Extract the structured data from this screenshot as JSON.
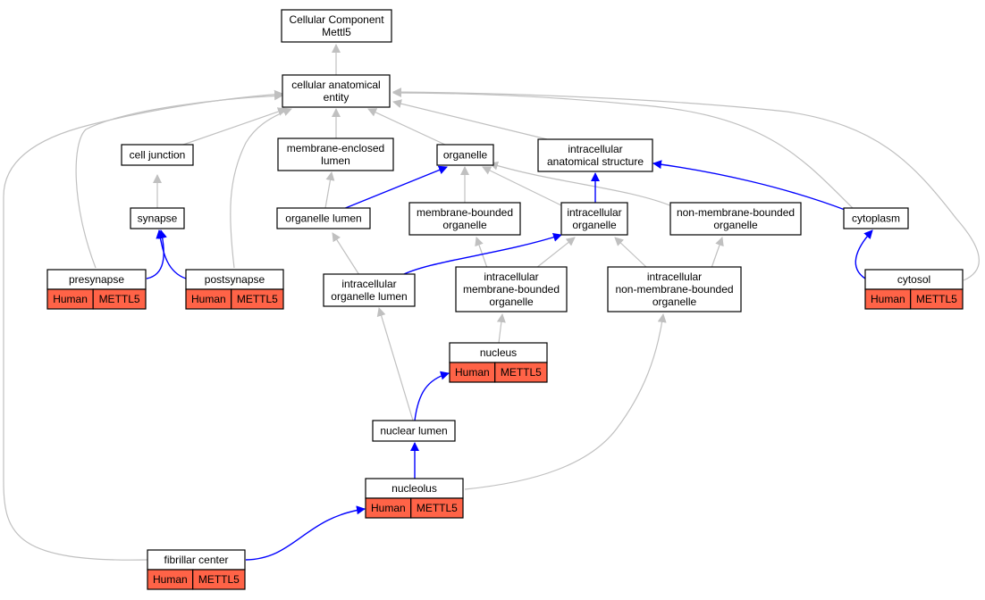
{
  "colors": {
    "gray_edge": "#c0c0c0",
    "blue_edge": "#0000ff",
    "annotation_fill": "#ff6347"
  },
  "nodes": {
    "root": {
      "lines": [
        "Cellular Component",
        "Mettl5"
      ]
    },
    "cae": {
      "lines": [
        "cellular anatomical",
        "entity"
      ]
    },
    "cell_junction": {
      "lines": [
        "cell junction"
      ]
    },
    "mel": {
      "lines": [
        "membrane-enclosed",
        "lumen"
      ]
    },
    "organelle": {
      "lines": [
        "organelle"
      ]
    },
    "ias": {
      "lines": [
        "intracellular",
        "anatomical structure"
      ]
    },
    "synapse": {
      "lines": [
        "synapse"
      ]
    },
    "organelle_lumen": {
      "lines": [
        "organelle lumen"
      ]
    },
    "mbo": {
      "lines": [
        "membrane-bounded",
        "organelle"
      ]
    },
    "io": {
      "lines": [
        "intracellular",
        "organelle"
      ]
    },
    "nmbo": {
      "lines": [
        "non-membrane-bounded",
        "organelle"
      ]
    },
    "cytoplasm": {
      "lines": [
        "cytoplasm"
      ]
    },
    "presynapse": {
      "lines": [
        "presynapse"
      ],
      "annotation": [
        "Human",
        "METTL5"
      ]
    },
    "postsynapse": {
      "lines": [
        "postsynapse"
      ],
      "annotation": [
        "Human",
        "METTL5"
      ]
    },
    "iol": {
      "lines": [
        "intracellular",
        "organelle lumen"
      ]
    },
    "imbo": {
      "lines": [
        "intracellular",
        "membrane-bounded",
        "organelle"
      ]
    },
    "inmbo": {
      "lines": [
        "intracellular",
        "non-membrane-bounded",
        "organelle"
      ]
    },
    "cytosol": {
      "lines": [
        "cytosol"
      ],
      "annotation": [
        "Human",
        "METTL5"
      ]
    },
    "nucleus": {
      "lines": [
        "nucleus"
      ],
      "annotation": [
        "Human",
        "METTL5"
      ]
    },
    "nuclear_lumen": {
      "lines": [
        "nuclear lumen"
      ]
    },
    "nucleolus": {
      "lines": [
        "nucleolus"
      ],
      "annotation": [
        "Human",
        "METTL5"
      ]
    },
    "fibrillar_center": {
      "lines": [
        "fibrillar center"
      ],
      "annotation": [
        "Human",
        "METTL5"
      ]
    }
  }
}
